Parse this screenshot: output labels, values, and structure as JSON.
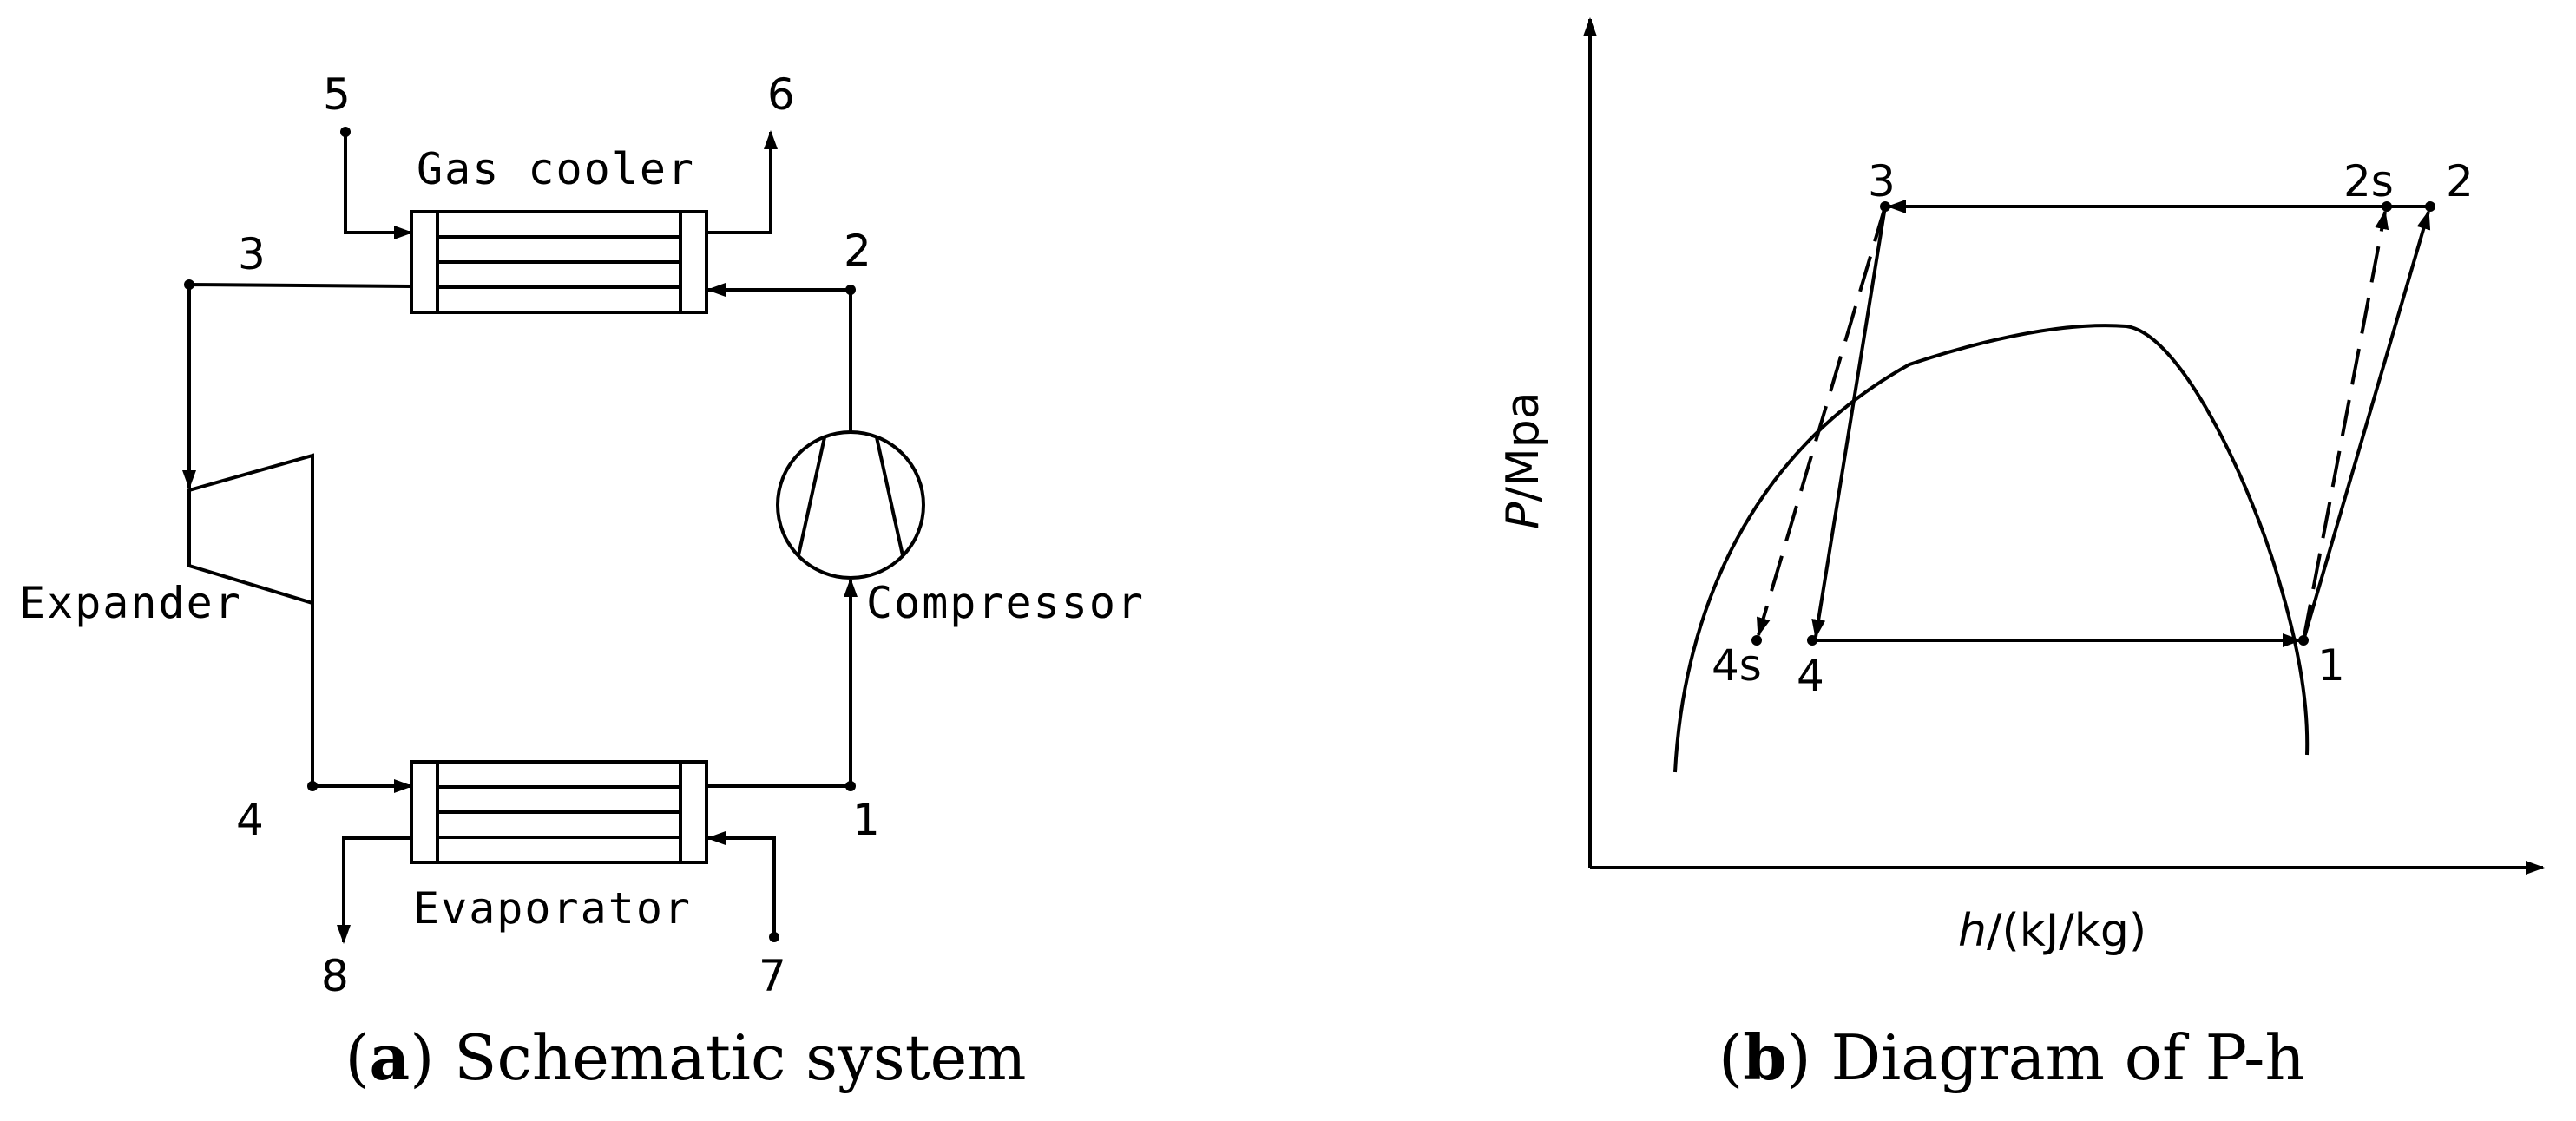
{
  "panel_a": {
    "caption_letter": "a",
    "caption_text": "Schematic system",
    "components": {
      "gas_cooler": "Gas cooler",
      "evaporator": "Evaporator",
      "expander": "Expander",
      "compressor": "Compressor"
    },
    "state_points": [
      "1",
      "2",
      "3",
      "4",
      "5",
      "6",
      "7",
      "8"
    ]
  },
  "panel_b": {
    "caption_letter": "b",
    "caption_text": "Diagram of P-h",
    "y_axis_label_italic": "P",
    "y_axis_label_rest": "/Mpa",
    "x_axis_label_italic": "h",
    "x_axis_label_rest": "/(kJ/kg)",
    "points": {
      "p1": "1",
      "p2": "2",
      "p2s": "2s",
      "p3": "3",
      "p4": "4",
      "p4s": "4s"
    }
  }
}
